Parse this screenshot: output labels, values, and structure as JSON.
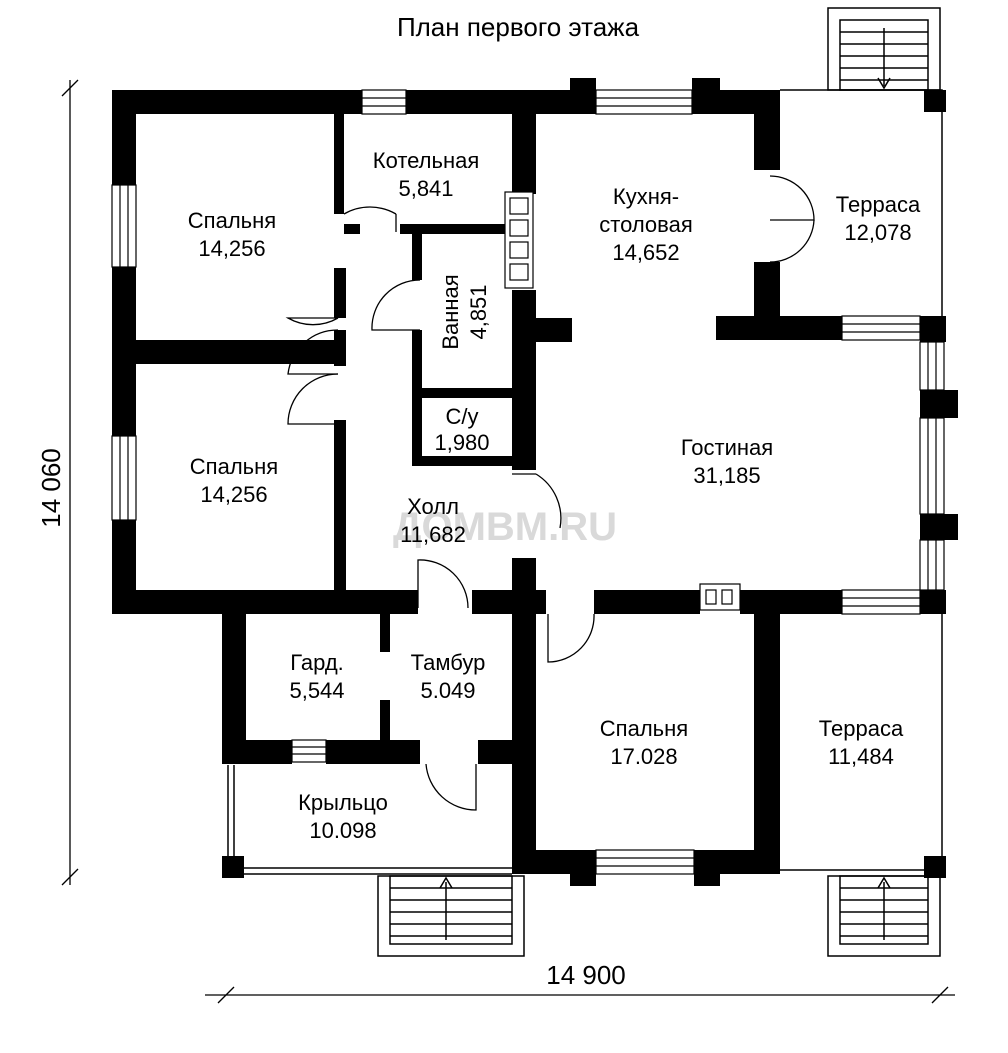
{
  "title": "План первого этажа",
  "watermark": "ДОМВМ.RU",
  "dimensions": {
    "width": "14 900",
    "height": "14 060"
  },
  "rooms": [
    {
      "id": "bedroom-1",
      "name": "Спальня",
      "area": "14,256"
    },
    {
      "id": "boiler",
      "name": "Котельная",
      "area": "5,841"
    },
    {
      "id": "kitchen",
      "name": "Кухня-",
      "name2": "столовая",
      "area": "14,652"
    },
    {
      "id": "terrace-1",
      "name": "Терраса",
      "area": "12,078"
    },
    {
      "id": "bathroom",
      "name": "Ванная",
      "area": "4,851"
    },
    {
      "id": "bedroom-2",
      "name": "Спальня",
      "area": "14,256"
    },
    {
      "id": "wc",
      "name": "С/у",
      "area": "1,980"
    },
    {
      "id": "living",
      "name": "Гостиная",
      "area": "31,185"
    },
    {
      "id": "hall",
      "name": "Холл",
      "area": "11,682"
    },
    {
      "id": "wardrobe",
      "name": "Гард.",
      "area": "5,544"
    },
    {
      "id": "vestibule",
      "name": "Тамбур",
      "area": "5.049"
    },
    {
      "id": "bedroom-3",
      "name": "Спальня",
      "area": "17.028"
    },
    {
      "id": "terrace-2",
      "name": "Терраса",
      "area": "11,484"
    },
    {
      "id": "porch",
      "name": "Крыльцо",
      "area": "10.098"
    }
  ]
}
